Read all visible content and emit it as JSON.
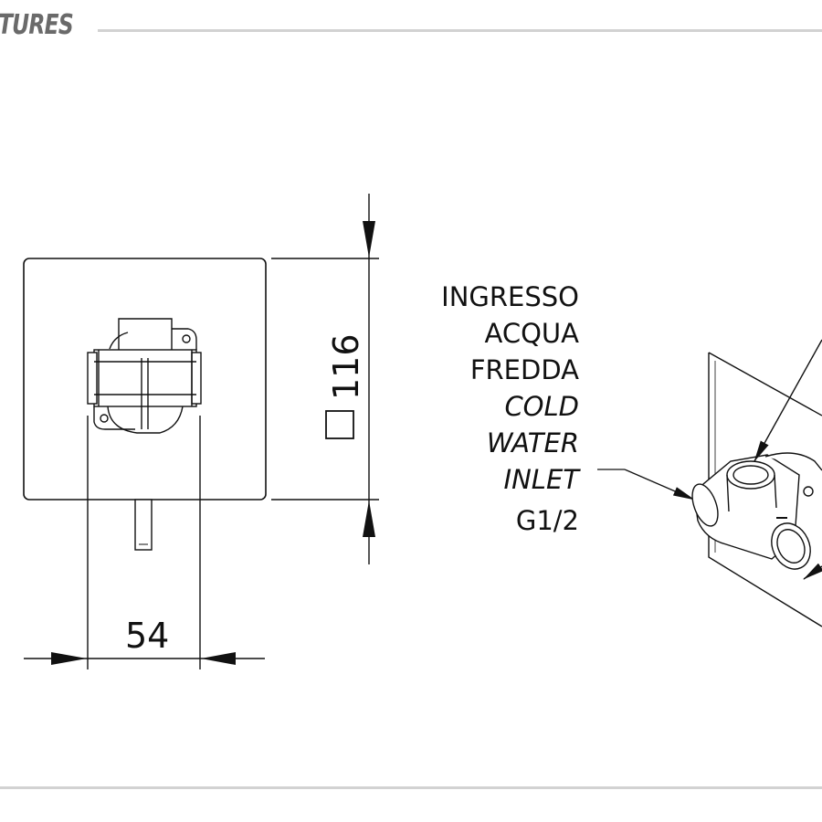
{
  "header": {
    "title": "TURES"
  },
  "dimensions": {
    "height": "116",
    "width": "54"
  },
  "inlet_label": {
    "lines_it": [
      "INGRESSO",
      "ACQUA",
      "FREDDA"
    ],
    "lines_en": [
      "COLD",
      "WATER",
      "INLET"
    ],
    "thread": "G1/2"
  }
}
